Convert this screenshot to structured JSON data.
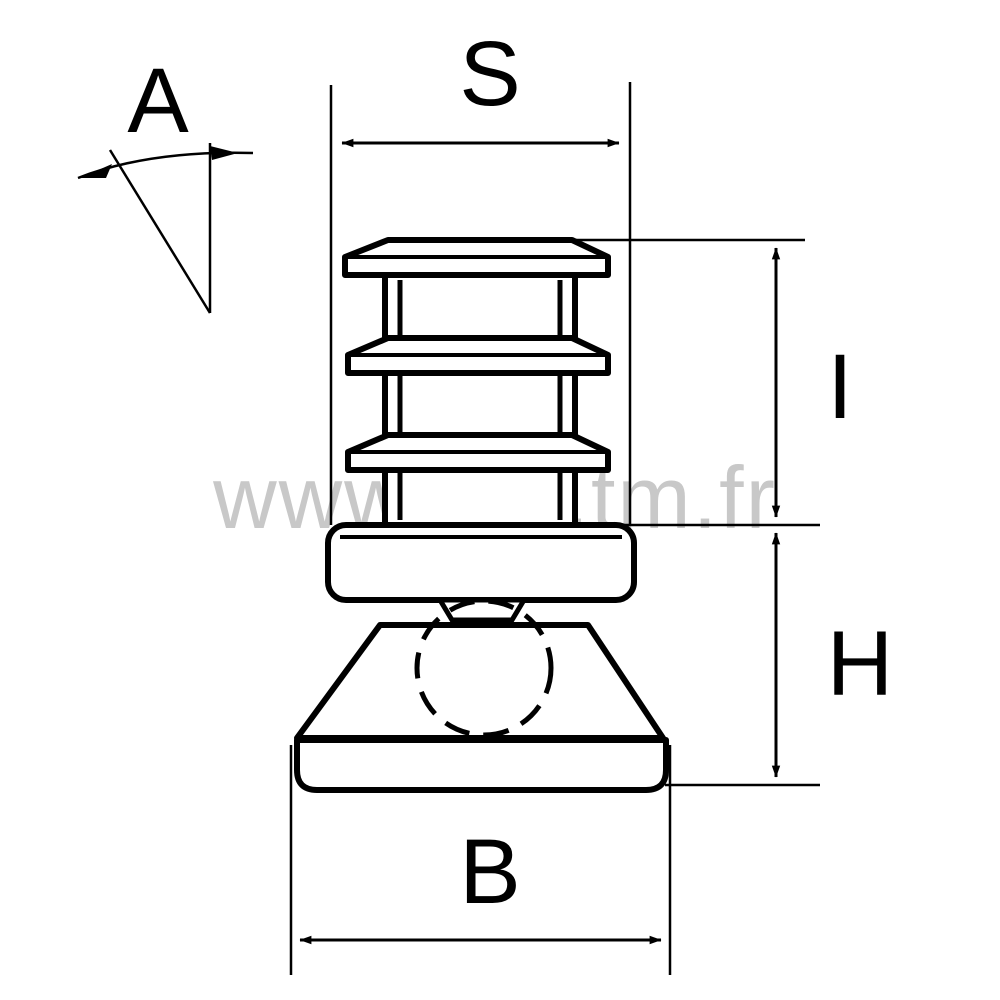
{
  "diagram": {
    "labels": {
      "angle": "A",
      "width_top": "S",
      "insert_length": "I",
      "height": "H",
      "base_width": "B"
    },
    "watermark": "www.ora.tm.fr",
    "colors": {
      "line": "#000000",
      "watermark": "#c8c8c8",
      "background": "#ffffff"
    }
  }
}
